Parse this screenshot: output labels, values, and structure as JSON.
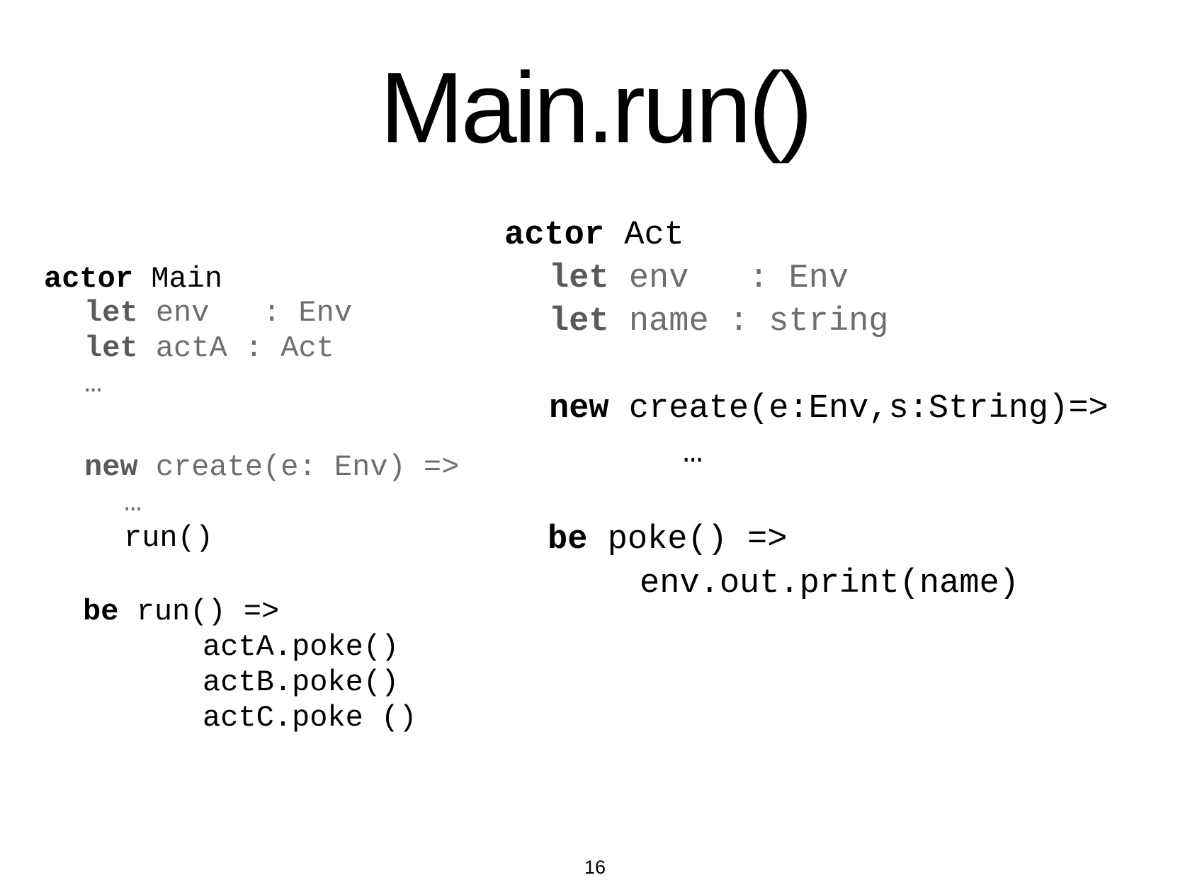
{
  "slide": {
    "title": "Main.run()",
    "page_number": "16"
  },
  "left_code": {
    "l1": {
      "kw": "actor",
      "rest": " Main"
    },
    "l2": {
      "kw": "let",
      "rest": " env   : Env"
    },
    "l3": {
      "kw": "let",
      "rest": " actA : Act"
    },
    "l4": {
      "text": "…"
    },
    "l5": {
      "kw": "new",
      "rest": " create(e: Env) =>"
    },
    "l6": {
      "text": "…"
    },
    "l7": {
      "text": "run()"
    },
    "l8": {
      "kw": "be",
      "rest": " run() =>"
    },
    "l9": {
      "text": "actA.poke()"
    },
    "l10": {
      "text": "actB.poke()"
    },
    "l11": {
      "text": "actC.poke ()"
    }
  },
  "right_code": {
    "l1": {
      "kw": "actor",
      "rest": " Act"
    },
    "l2": {
      "kw": "let",
      "rest": " env   : Env"
    },
    "l3": {
      "kw": "let",
      "rest": " name : string"
    },
    "l4": {
      "kw": "new",
      "rest": " create(e:Env,s:String)=>"
    },
    "l5": {
      "text": "…"
    },
    "l6": {
      "kw": "be",
      "rest": " poke() =>"
    },
    "l7": {
      "text": "env.out.print(name)"
    }
  }
}
